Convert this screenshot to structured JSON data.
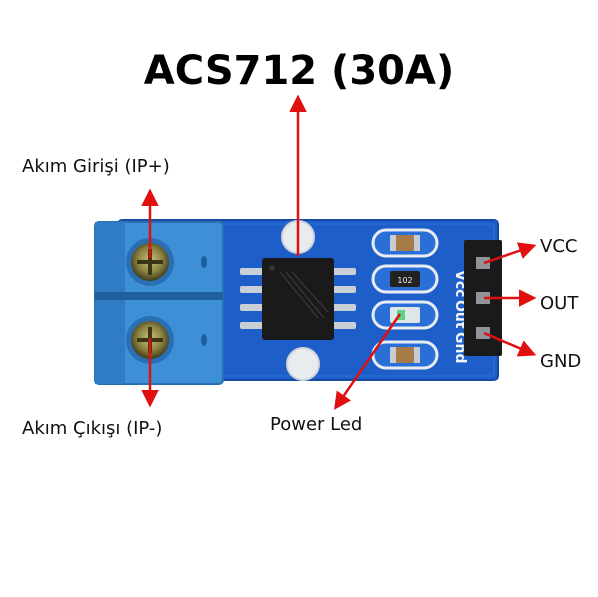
{
  "title": "ACS712 (30A)",
  "labels": {
    "input": "Akım Girişi (IP+)",
    "output": "Akım Çıkışı (IP-)",
    "vcc": "VCC",
    "out": "OUT",
    "gnd": "GND",
    "power_led": "Power Led"
  },
  "board": {
    "resistor_code": "102",
    "pin_labels": [
      "Vcc",
      "Out",
      "Gnd"
    ]
  },
  "colors": {
    "pcb": "#1e5ec8",
    "terminal": "#3d8fd6",
    "arrow": "#e01010",
    "chip": "#1a1a1a"
  }
}
